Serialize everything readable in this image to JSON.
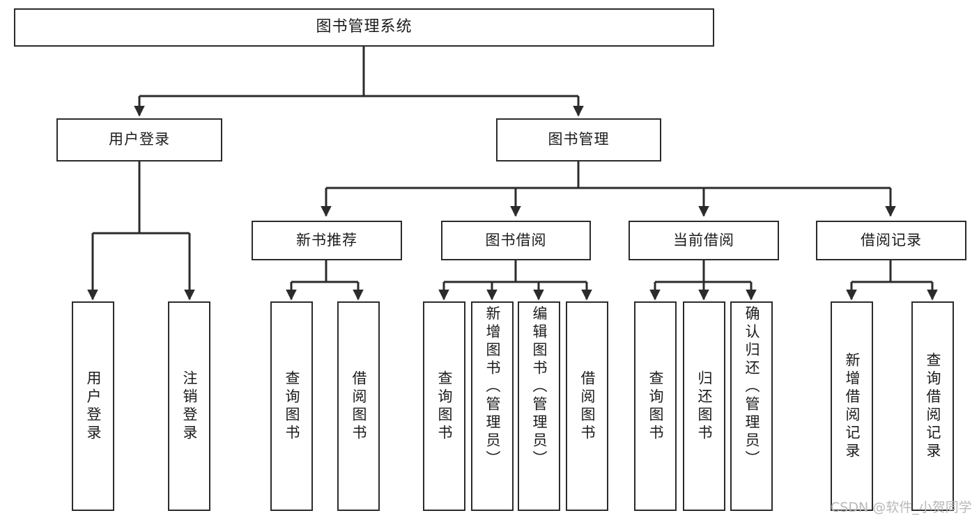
{
  "diagram": {
    "type": "tree-hierarchy",
    "title": "图书管理系统",
    "root": {
      "label": "图书管理系统"
    },
    "level1": [
      {
        "label": "用户登录"
      },
      {
        "label": "图书管理"
      }
    ],
    "level2": [
      {
        "label": "新书推荐"
      },
      {
        "label": "图书借阅"
      },
      {
        "label": "当前借阅"
      },
      {
        "label": "借阅记录"
      }
    ],
    "leaves": {
      "user_login": [
        {
          "label": "用户登录"
        },
        {
          "label": "注销登录"
        }
      ],
      "new_book_recommend": [
        {
          "label": "查询图书"
        },
        {
          "label": "借阅图书"
        }
      ],
      "book_borrow": [
        {
          "label": "查询图书"
        },
        {
          "label": "新增图书（管理员）"
        },
        {
          "label": "编辑图书（管理员）"
        },
        {
          "label": "借阅图书"
        }
      ],
      "current_borrow": [
        {
          "label": "查询图书"
        },
        {
          "label": "归还图书"
        },
        {
          "label": "确认归还（管理员）"
        }
      ],
      "borrow_record": [
        {
          "label": "新增借阅记录"
        },
        {
          "label": "查询借阅记录"
        }
      ]
    }
  },
  "watermark": {
    "text": "CSDN @软件_小贺同学"
  },
  "colors": {
    "stroke": "#2b2b2b",
    "background": "#ffffff",
    "text": "#1b1b1b",
    "watermark": "#b8b8b8"
  }
}
